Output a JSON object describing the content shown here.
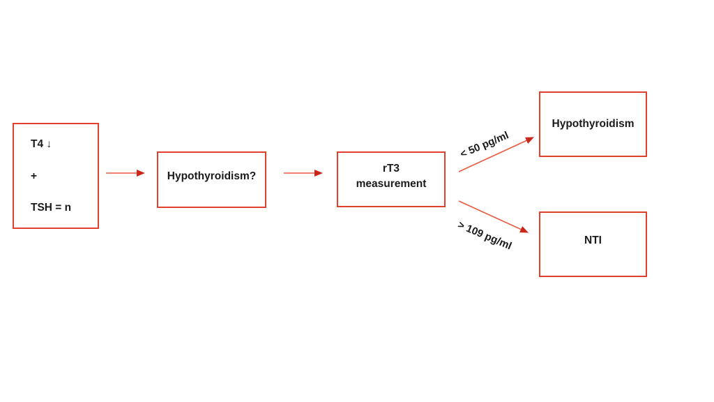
{
  "diagram": {
    "type": "flowchart",
    "boxes": {
      "input": {
        "lines": [
          "T4 ↓",
          "+",
          "TSH = n"
        ]
      },
      "question": {
        "label": "Hypothyroidism?"
      },
      "measurement": {
        "label": "rT3\nmeasurement"
      },
      "hypothyroidism": {
        "label": "Hypothyroidism"
      },
      "nti": {
        "label": "NTI"
      }
    },
    "arrows": {
      "upper_label": "< 50 pg/ml",
      "lower_label": "> 109 pg/ml"
    },
    "colors": {
      "box_border": "#e2402e",
      "arrow": "#e85a42",
      "arrowhead": "#c9281a",
      "text": "#1a1a1a",
      "background": "#ffffff"
    }
  }
}
